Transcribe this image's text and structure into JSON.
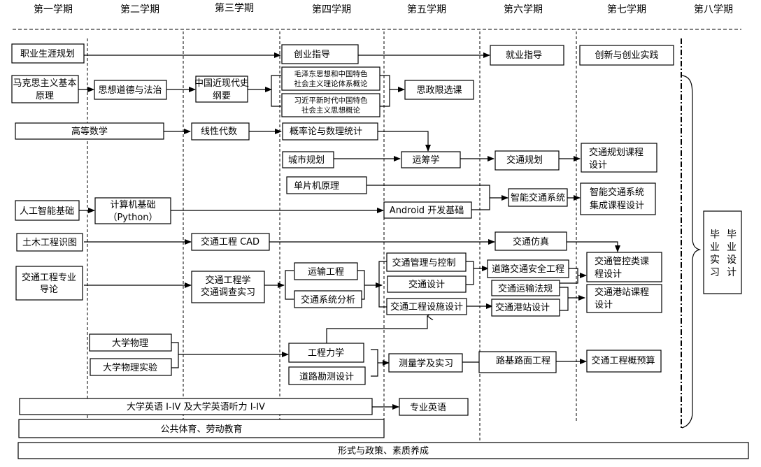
{
  "semesters": [
    "第一学期",
    "第二学期",
    "第三学期",
    "第四学期",
    "第五学期",
    "第六学期",
    "第七学期",
    "第八学期"
  ],
  "courses": {
    "career_planning": "职业生涯规划",
    "entrepreneurship_guide": "创业指导",
    "employment_guide": "就业指导",
    "innovation_practice": "创新与创业实践",
    "marxism_l1": "马克思主义基本",
    "marxism_l2": "原理",
    "ethics_law": "思想道德与法治",
    "modern_history_l1": "中国近现代史",
    "modern_history_l2": "纲要",
    "mao_theory_l1": "毛泽东思想和中国特色",
    "mao_theory_l2": "社会主义理论体系概论",
    "xi_thought_l1": "习近平新时代中国特色",
    "xi_thought_l2": "社会主义思想概论",
    "ideology_elective": "思政限选课",
    "advanced_math": "高等数学",
    "linear_algebra": "线性代数",
    "probability": "概率论与数理统计",
    "urban_planning": "城市规划",
    "operations_research": "运筹学",
    "transport_planning": "交通规划",
    "transport_planning_design_l1": "交通规划课程",
    "transport_planning_design_l2": "设计",
    "mcu": "单片机原理",
    "ai_basics": "人工智能基础",
    "computer_basics_l1": "计算机基础",
    "computer_basics_l2": "（Python）",
    "android": "Android 开发基础",
    "its": "智能交通系统",
    "its_design_l1": "智能交通系统",
    "its_design_l2": "集成课程设计",
    "civil_drawing": "土木工程识图",
    "traffic_cad": "交通工程 CAD",
    "traffic_simulation": "交通仿真",
    "intro_l1": "交通工程专业",
    "intro_l2": "导论",
    "traffic_eng_l1": "交通工程学",
    "traffic_eng_l2": "交通调查实习",
    "transport_eng": "运输工程",
    "system_analysis": "交通系统分析",
    "mgmt_control": "交通管理与控制",
    "traffic_design": "交通设计",
    "facility_design": "交通工程设施设计",
    "road_safety": "道路交通安全工程",
    "transport_law": "交通运输法规",
    "station_design": "交通港站设计",
    "control_design_l1": "交通管控类课",
    "control_design_l2": "程设计",
    "station_course_l1": "交通港站课程",
    "station_course_l2": "设计",
    "physics": "大学物理",
    "physics_lab": "大学物理实验",
    "mechanics": "工程力学",
    "road_survey": "道路勘测设计",
    "surveying": "测量学及实习",
    "subgrade": "路基路面工程",
    "budget": "交通工程概预算",
    "english": "大学英语 I-IV 及大学英语听力 I-IV",
    "prof_english": "专业英语",
    "pe_labor": "公共体育、劳动教育",
    "policy": "形式与政策、素质养成",
    "grad_internship": [
      "毕",
      "业",
      "实",
      "习"
    ],
    "grad_design": [
      "毕",
      "业",
      "设",
      "计"
    ]
  }
}
